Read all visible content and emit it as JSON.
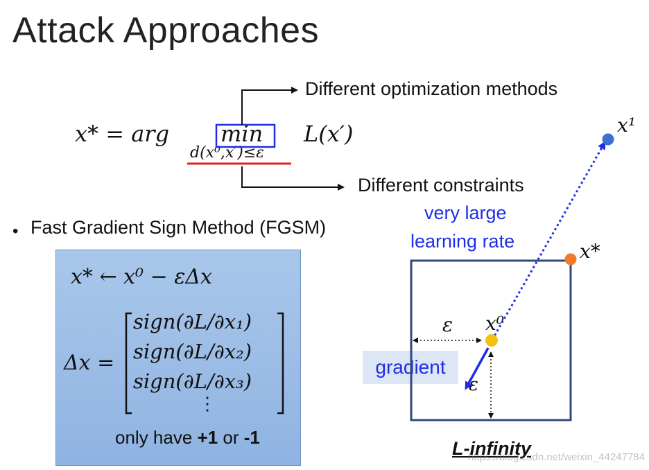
{
  "slide": {
    "title": "Attack Approaches",
    "formula": {
      "lhs": "x* = arg",
      "min": "min",
      "constraint": "d(x⁰,x′)≤ε",
      "loss": "L(x′)"
    },
    "annotations": {
      "optimization": "Different optimization methods",
      "constraints": "Different constraints"
    },
    "bullet": "Fast Gradient Sign Method (FGSM)",
    "fgsm_box": {
      "update": "x* ← x⁰ − εΔx",
      "delta_lhs": "Δx =",
      "rows": [
        "sign(∂L/∂x₁)",
        "sign(∂L/∂x₂)",
        "sign(∂L/∂x₃)"
      ],
      "ellipsis": "⋮",
      "note_prefix": "only have ",
      "note_plus": "+1",
      "note_mid": " or ",
      "note_minus": "-1"
    },
    "diagram": {
      "lr_line1": "very large",
      "lr_line2": "learning rate",
      "x1_label": "x¹",
      "xstar_label": "x*",
      "x0_label": "x⁰",
      "eps_h": "ε",
      "eps_v": "ε",
      "gradient": "gradient",
      "linf": "L-infinity"
    },
    "watermark": "https://blog.csdn.net/weixin_44247784",
    "colors": {
      "arrow_blue": "#1f2ee6",
      "box_border": "#2f4a7a",
      "min_box": "#1f2ee6",
      "underline_red": "#e0201c",
      "x1_dot": "#3b6fd1",
      "xstar_dot": "#ee7a2a",
      "x0_dot": "#f3c20f"
    }
  }
}
